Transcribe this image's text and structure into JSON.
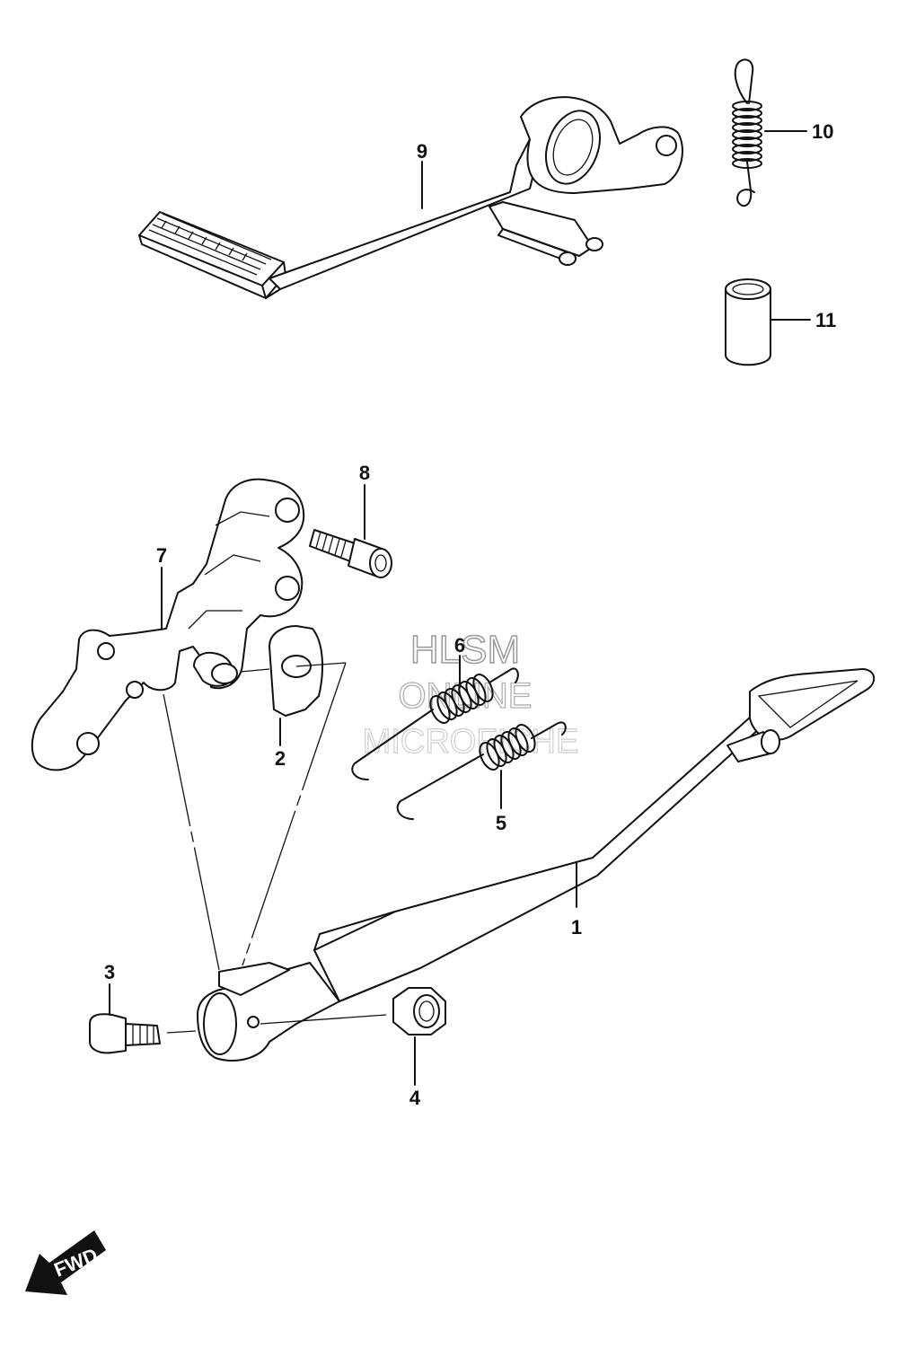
{
  "diagram": {
    "callouts": [
      {
        "id": "1",
        "label": "1"
      },
      {
        "id": "2",
        "label": "2"
      },
      {
        "id": "3",
        "label": "3"
      },
      {
        "id": "4",
        "label": "4"
      },
      {
        "id": "5",
        "label": "5"
      },
      {
        "id": "6",
        "label": "6"
      },
      {
        "id": "7",
        "label": "7"
      },
      {
        "id": "8",
        "label": "8"
      },
      {
        "id": "9",
        "label": "9"
      },
      {
        "id": "10",
        "label": "10"
      },
      {
        "id": "11",
        "label": "11"
      }
    ],
    "watermark": {
      "line1": "HLSM",
      "line2": "ONLINE",
      "line3": "MICROFICHE"
    },
    "direction_badge": {
      "label": "FWD",
      "icon": "forward-arrow-icon"
    }
  }
}
